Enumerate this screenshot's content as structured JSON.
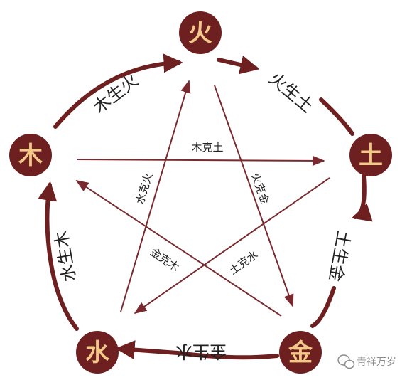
{
  "colors": {
    "maroon": "#6e1f1f",
    "node_text": "#f3c98a",
    "line": "#7a2a2f",
    "label": "#222222",
    "watermark": "#8c8c8c"
  },
  "nodes": {
    "fire": "火",
    "earth": "土",
    "metal": "金",
    "water": "水",
    "wood": "木"
  },
  "cycle_labels": {
    "wood_fire": "木生火",
    "fire_earth": "火生土",
    "earth_metal": "土生金",
    "metal_water": "金生水",
    "water_wood": "水生木"
  },
  "restrain_labels": {
    "wood_earth": "木克土",
    "water_fire": "水克火",
    "fire_metal": "火克金",
    "metal_wood": "金克木",
    "earth_water": "土克水"
  },
  "watermark": {
    "icon": "wechat-logo-icon",
    "text": "青祥万岁"
  }
}
